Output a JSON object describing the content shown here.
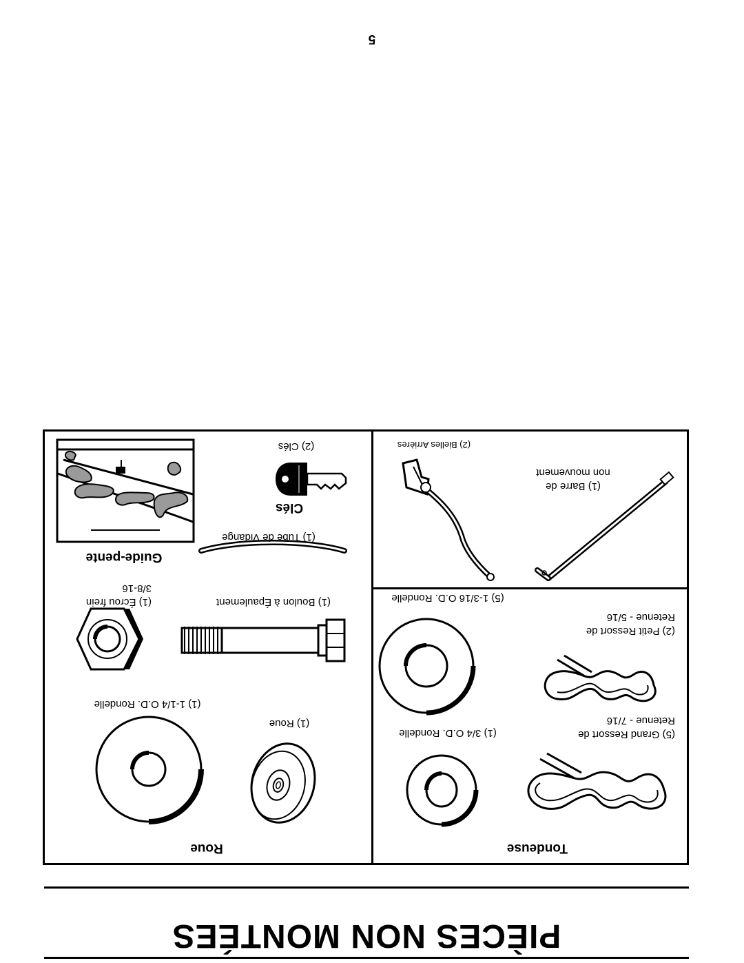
{
  "page_title": "PIÈCES NON MONTÉES",
  "page_number": "5",
  "tondeuse": {
    "title": "Tondeuse",
    "grand_ressort": "(5)  Grand Ressort de\nRetenue - 7/16",
    "rondelle_34": "(1) 3/4 O.D. Rondelle",
    "petit_ressort": "(2)  Petit Ressort de\nRetenue - 5/16",
    "rondelle_1316": "(5) 1-3/16 O.D. Rondelle",
    "barre": "(1) Barre de\nnon mouvement",
    "bielles": "(2) Bielles Arrières"
  },
  "roue": {
    "title": "Roue",
    "roue_item": "(1) Roue",
    "rondelle_114": "(1) 1-1/4 O.D. Rondelle",
    "boulon": "(1) Boulon à Épaulement",
    "ecrou": "(1) Écrou frein\n3/8-16"
  },
  "misc": {
    "guide_title": "Guide-pente",
    "tube": "(1) Tube de Vidange",
    "cles_title": "Clés",
    "cles_item": "(2) Clés"
  }
}
